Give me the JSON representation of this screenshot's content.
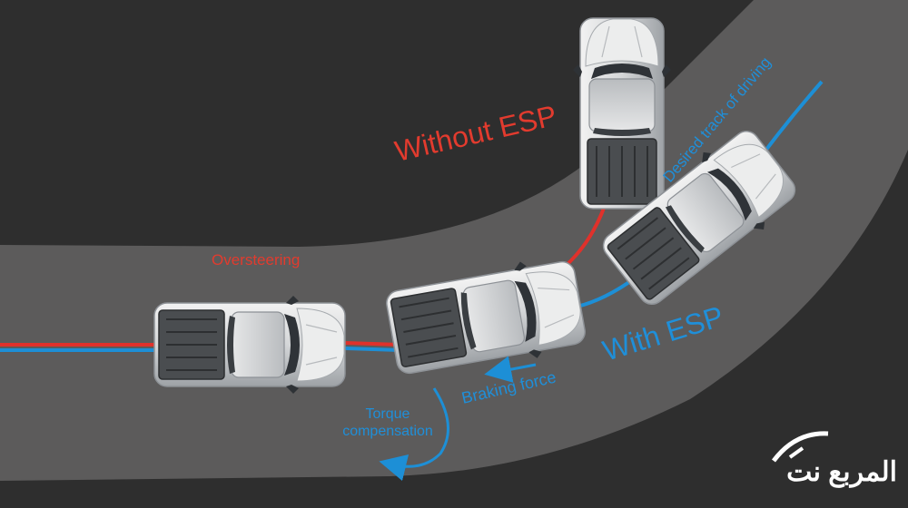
{
  "labels": {
    "without_esp": "Without ESP",
    "with_esp": "With ESP",
    "oversteering": "Oversteering",
    "desired_track": "Desired track of driving",
    "braking_force": "Braking force",
    "torque_line1": "Torque",
    "torque_line2": "compensation"
  },
  "logo": {
    "text": "المربع نت"
  },
  "colors": {
    "background": "#2e2e2e",
    "road": "#5c5b5b",
    "red_path": "#e0312b",
    "blue_path": "#1d8fd6",
    "red_text": "#e23b2e",
    "blue_text": "#1f8fd9"
  }
}
